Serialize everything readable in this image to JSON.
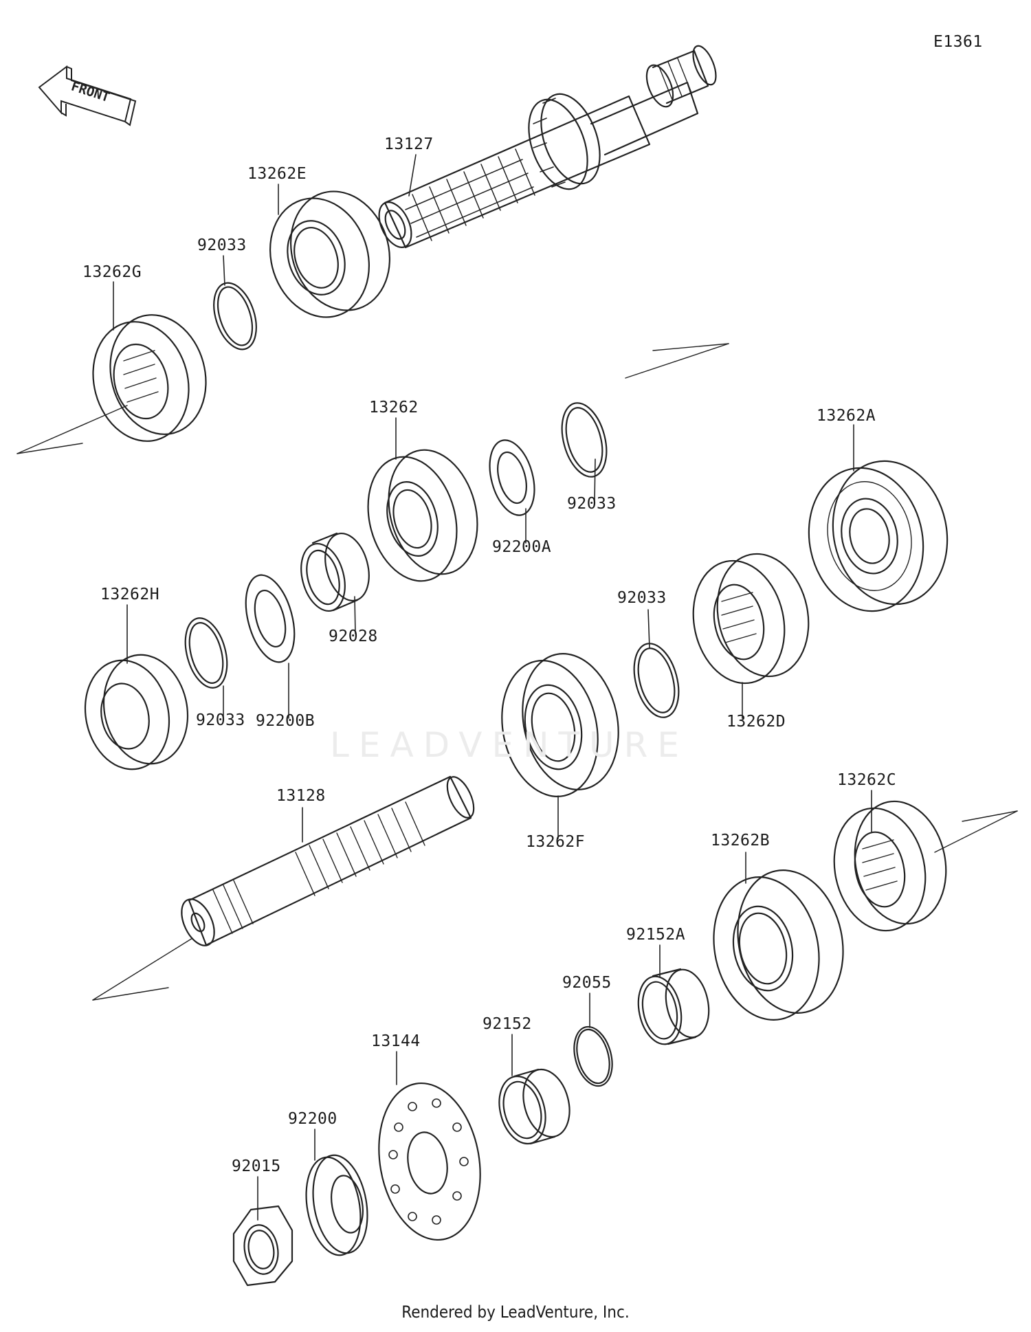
{
  "diagram_code": "E1361",
  "front_label": "FRONT",
  "footer": "Rendered by LeadVenture, Inc.",
  "watermark": "LEADVENTURE",
  "callouts": [
    {
      "id": "p13127",
      "label": "13127"
    },
    {
      "id": "p13262E",
      "label": "13262E"
    },
    {
      "id": "p92033a",
      "label": "92033"
    },
    {
      "id": "p13262G",
      "label": "13262G"
    },
    {
      "id": "p13262",
      "label": "13262"
    },
    {
      "id": "p92033b",
      "label": "92033"
    },
    {
      "id": "p92200A",
      "label": "92200A"
    },
    {
      "id": "p13262A",
      "label": "13262A"
    },
    {
      "id": "p13262H",
      "label": "13262H"
    },
    {
      "id": "p92033c",
      "label": "92033"
    },
    {
      "id": "p92200B",
      "label": "92200B"
    },
    {
      "id": "p92028",
      "label": "92028"
    },
    {
      "id": "p92033d",
      "label": "92033"
    },
    {
      "id": "p13262D",
      "label": "13262D"
    },
    {
      "id": "p13262F",
      "label": "13262F"
    },
    {
      "id": "p13128",
      "label": "13128"
    },
    {
      "id": "p13262C",
      "label": "13262C"
    },
    {
      "id": "p13262B",
      "label": "13262B"
    },
    {
      "id": "p92152A",
      "label": "92152A"
    },
    {
      "id": "p92055",
      "label": "92055"
    },
    {
      "id": "p92152",
      "label": "92152"
    },
    {
      "id": "p13144",
      "label": "13144"
    },
    {
      "id": "p92200",
      "label": "92200"
    },
    {
      "id": "p92015",
      "label": "92015"
    }
  ]
}
